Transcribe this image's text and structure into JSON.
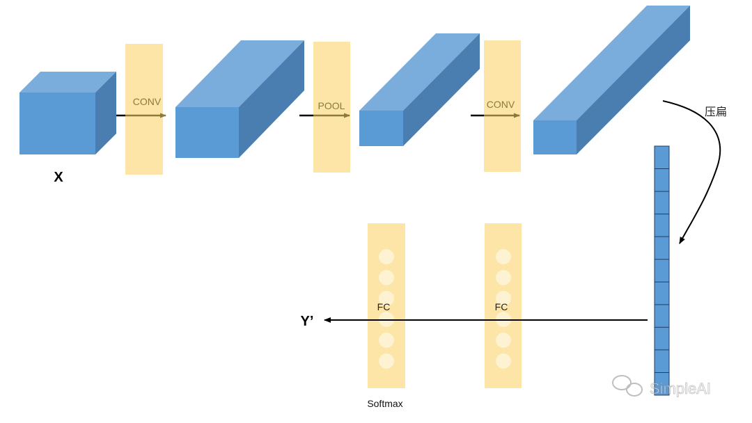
{
  "input_label": "X",
  "layers": {
    "conv1": "CONV",
    "pool": "POOL",
    "conv2": "CONV",
    "fc1": "FC",
    "fc2": "FC"
  },
  "flatten_label": "压扁",
  "output_label": "Y’",
  "softmax_label": "Softmax",
  "watermark": "SimpleAI",
  "colors": {
    "cube_front": "#5b9bd5",
    "cube_top": "#7aacdc",
    "cube_side": "#4a7eb0",
    "layer_band": "#fce5a6",
    "neuron": "#fdf2d2",
    "layer_text": "#8b7a3a",
    "arrow": "#000000",
    "vector_border": "#1f3f66"
  }
}
